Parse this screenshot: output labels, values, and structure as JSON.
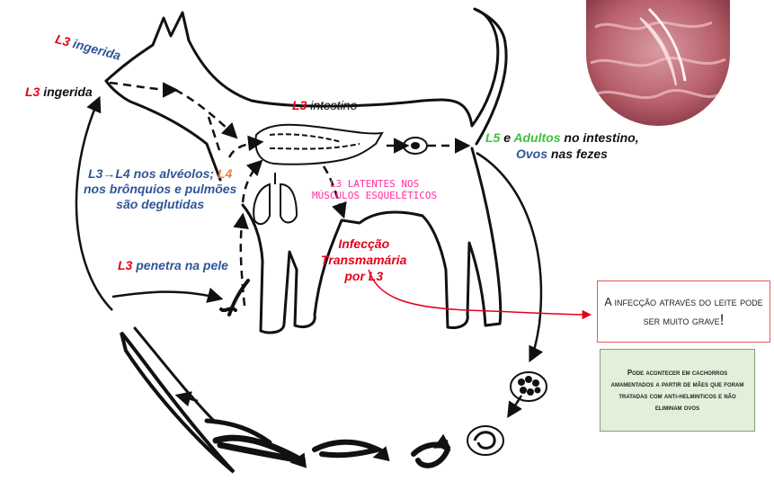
{
  "labels": {
    "l3_ingerida_top": {
      "stage": "L3",
      "text": " ingerida"
    },
    "l3_ingerida_left": {
      "stage": "L3",
      "text": " ingerida"
    },
    "l3_intestino": {
      "stage": "L3",
      "text": " intestino"
    },
    "l5_adultos": {
      "stage": "L5",
      "mid": " e ",
      "adults": "Adultos",
      "rest": " no intestino,",
      "eggs": "Ovos",
      "rest2": " nas fezes"
    },
    "alveolos": {
      "line1_a": "L3→L4 nos alvéolos; ",
      "line1_b": "L4",
      "line2": "nos brônquios e pulmões",
      "line3": "são deglutidas"
    },
    "latentes": {
      "line1": "L3 LATENTES NOS",
      "line2": "MÚSCULOS ESQUELÉTICOS"
    },
    "transmamaria": {
      "line1": "Infecção",
      "line2": "Transmamária",
      "line3": "por L3"
    },
    "penetra": {
      "stage": "L3",
      "text": " penetra na pele"
    }
  },
  "note_boxes": {
    "grave": {
      "text": "A infecção através do leite pode ser muito grave",
      "end": "!"
    },
    "maes": {
      "text": "Pode acontecer em cachorros amamentados a partir de mães que foram tratadas com anti-helminticos e não eliminam ovos"
    }
  },
  "colors": {
    "red": "#e3001b",
    "blue": "#2f5597",
    "green": "#3cc33c",
    "orange": "#ed7d31",
    "pink": "#ff2fa0",
    "box_border": "#e35a5a",
    "box_fill": "#e3f0d9"
  }
}
